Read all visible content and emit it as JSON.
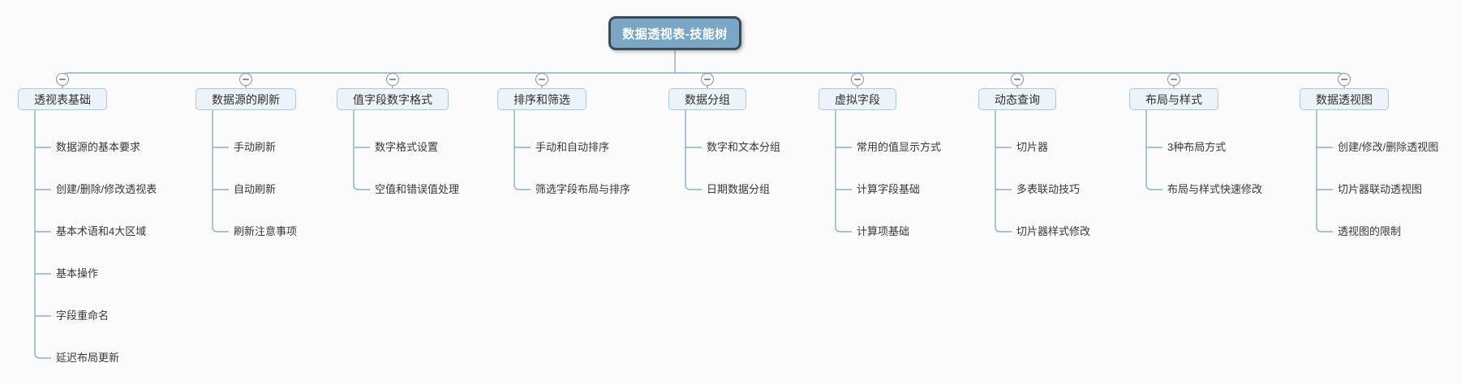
{
  "root": {
    "label": "数据透视表-技能树"
  },
  "branches": [
    {
      "label": "透视表基础",
      "children": [
        "数据源的基本要求",
        "创建/删除/修改透视表",
        "基本术语和4大区域",
        "基本操作",
        "字段重命名",
        "延迟布局更新"
      ]
    },
    {
      "label": "数据源的刷新",
      "children": [
        "手动刷新",
        "自动刷新",
        "刷新注意事项"
      ]
    },
    {
      "label": "值字段数字格式",
      "children": [
        "数字格式设置",
        "空值和错误值处理"
      ]
    },
    {
      "label": "排序和筛选",
      "children": [
        "手动和自动排序",
        "筛选字段布局与排序"
      ]
    },
    {
      "label": "数据分组",
      "children": [
        "数字和文本分组",
        "日期数据分组"
      ]
    },
    {
      "label": "虚拟字段",
      "children": [
        "常用的值显示方式",
        "计算字段基础",
        "计算项基础"
      ]
    },
    {
      "label": "动态查询",
      "children": [
        "切片器",
        "多表联动技巧",
        "切片器样式修改"
      ]
    },
    {
      "label": "布局与样式",
      "children": [
        "3种布局方式",
        "布局与样式快速修改"
      ]
    },
    {
      "label": "数据透视图",
      "children": [
        "创建/修改/删除透视图",
        "切片器联动透视图",
        "透视图的限制"
      ]
    }
  ],
  "icons": {
    "collapse": "minus-circle"
  },
  "colors": {
    "root_fill": "#7BA7C6",
    "root_border": "#3D4A56",
    "node_fill": "#EDF4F9",
    "node_border": "#A9C8DD",
    "line": "#8AAFC8",
    "collapse_icon": "#8A9299"
  }
}
